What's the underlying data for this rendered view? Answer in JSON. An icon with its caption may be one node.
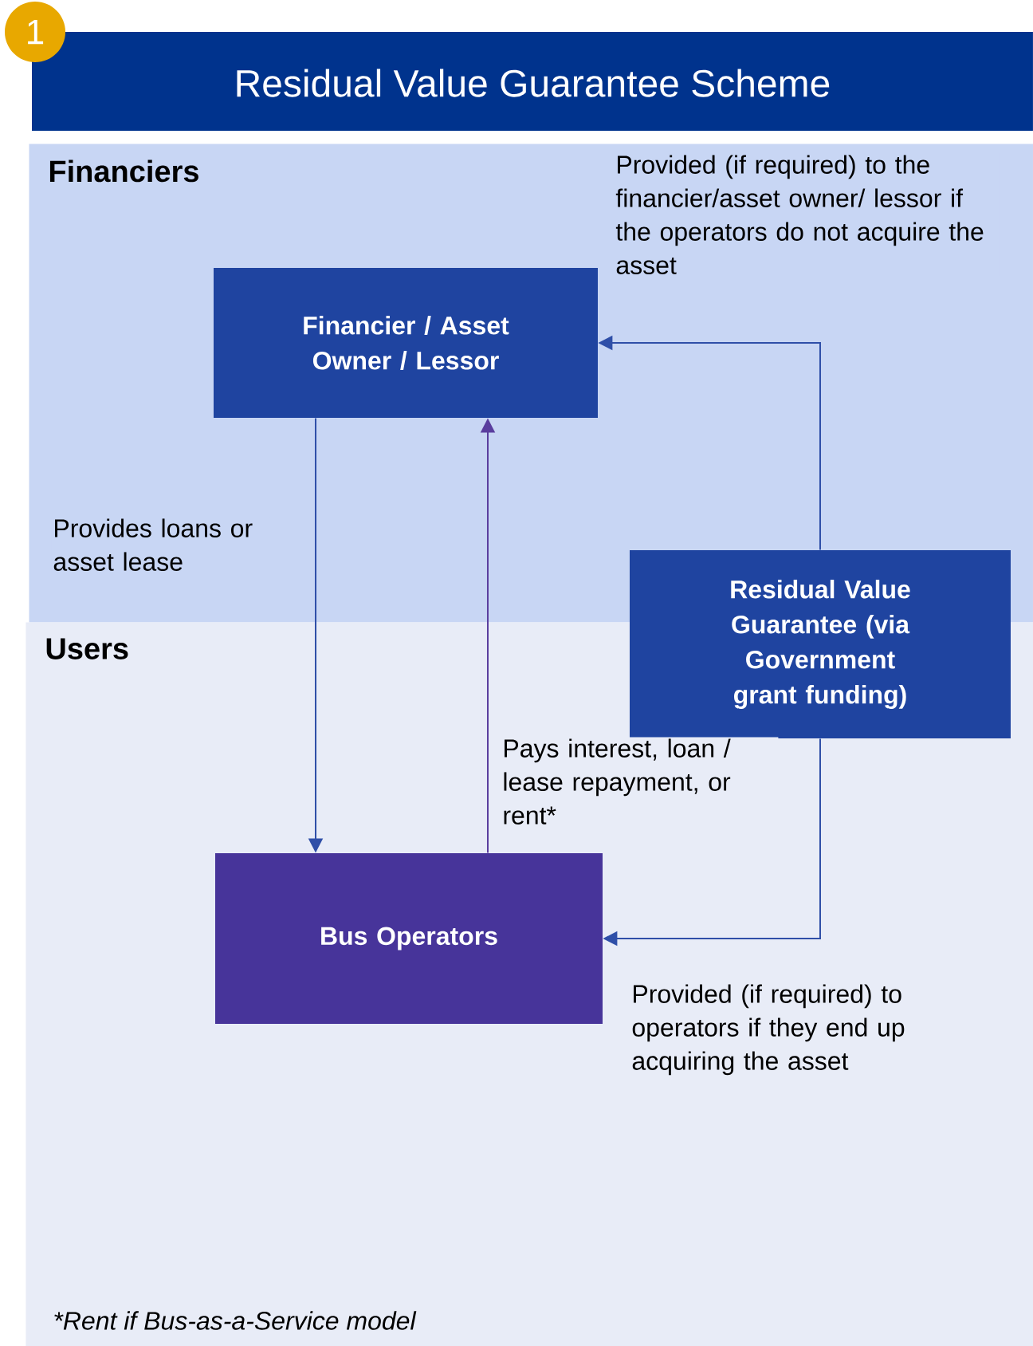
{
  "diagram": {
    "title": "Residual Value Guarantee Scheme",
    "nodes": [
      {
        "text": [
          "Financiers"
        ]
      },
      {
        "text": [
          "Users"
        ]
      },
      {
        "text": [
          "Financier / Asset Owner / Lessor"
        ],
        "in": 0
      },
      {
        "text": [
          "Bus Operators"
        ],
        "in": 1
      },
      {
        "text": [
          "Residual Value Guarantee (via Government grant funding)"
        ]
      }
    ],
    "edges": [
      {
        "from": 2,
        "to": 3,
        "arrow": "to",
        "label": "Provides loans or asset lease"
      },
      {
        "from": 3,
        "to": 2,
        "arrow": "to",
        "label": "Pays interest, loan / lease repayment, or rent*",
        "color": "#5a3e9e"
      },
      {
        "from": 4,
        "to": 2,
        "arrow": "to",
        "label": "Provided (if required) to the financier/asset owner/ lessor if the operators do not acquire the asset"
      },
      {
        "from": 4,
        "to": 3,
        "arrow": "to",
        "label": "Provided (if required) to operators if they end up acquiring the asset"
      }
    ],
    "labels": [
      "1",
      "*Rent if Bus-as-a-Service model"
    ]
  }
}
